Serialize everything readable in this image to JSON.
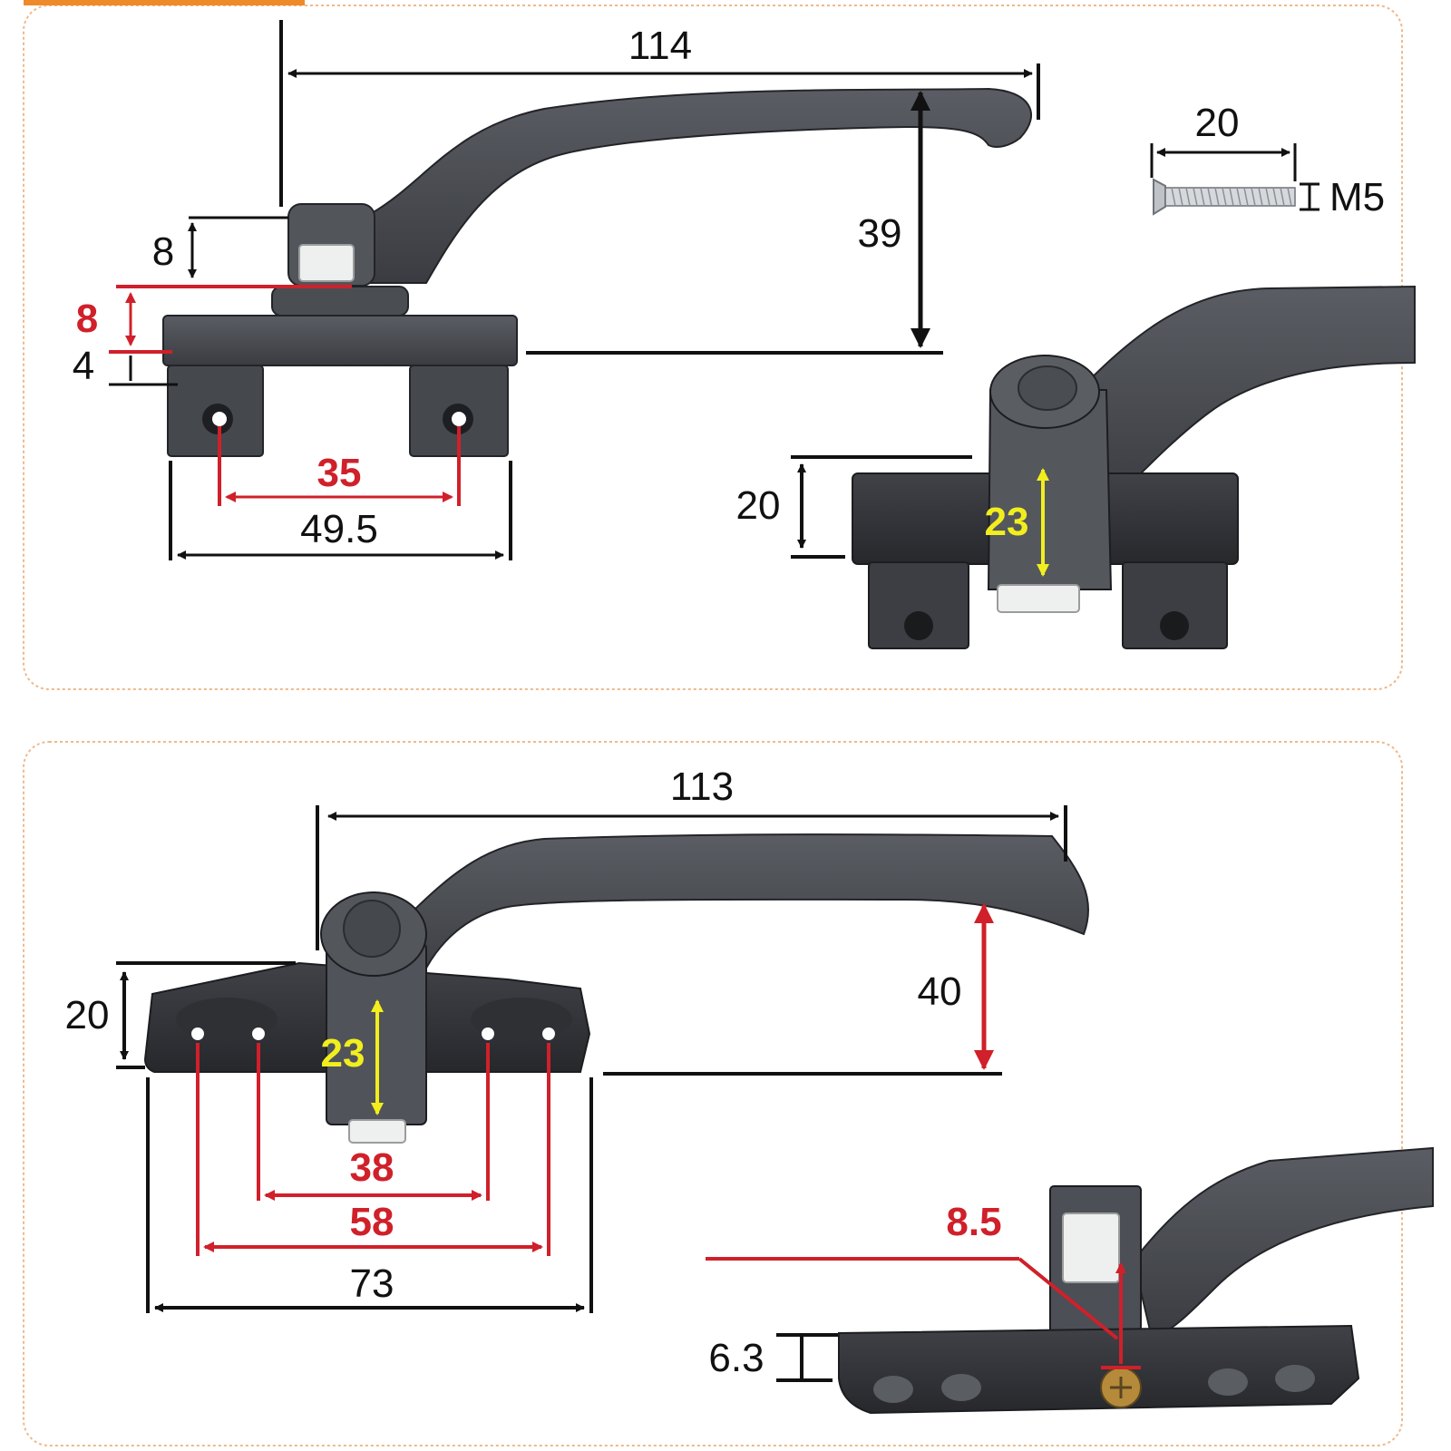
{
  "colors": {
    "accent_orange": "#ef8a2a",
    "panel_border": "#f0b98a",
    "handle_metal": "#4a4d52",
    "handle_dark": "#2e3034",
    "dimension_black": "#111111",
    "dimension_red": "#d0202a",
    "dimension_yellow": "#f2ee1e",
    "insert_white": "#eef0f0"
  },
  "panels": {
    "top": {
      "handle_side_view": {
        "length": "114",
        "lever_height": "39",
        "spindle_height": "8",
        "square_height": "8",
        "base_thickness": "4",
        "hole_spacing": "35",
        "base_width": "49.5"
      },
      "screw": {
        "length": "20",
        "thread": "M5"
      },
      "handle_angle_view": {
        "body_height": "20",
        "spindle_length": "23"
      }
    },
    "bottom": {
      "handle_side_view": {
        "length": "113",
        "lever_height": "40",
        "body_height": "20",
        "spindle_length": "23",
        "inner_hole_spacing": "38",
        "outer_hole_spacing": "58",
        "base_width": "73"
      },
      "handle_underside_view": {
        "spindle_offset": "8.5",
        "base_thickness": "6.3"
      }
    }
  }
}
